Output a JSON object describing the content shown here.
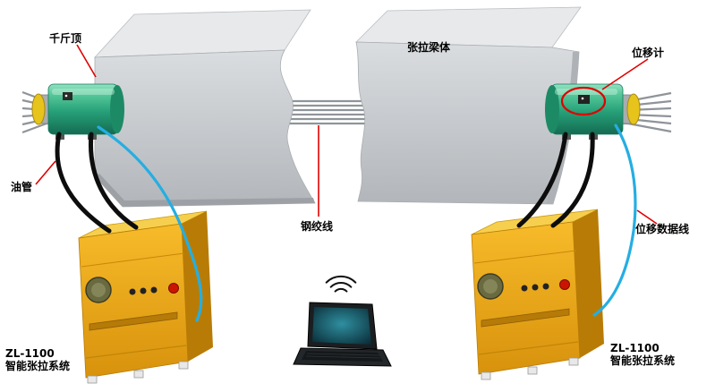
{
  "diagram": {
    "labels": {
      "jack": "千斤顶",
      "beam": "张拉梁体",
      "displacement_gauge": "位移计",
      "oil_pipe": "油管",
      "steel_strand": "钢绞线",
      "displacement_data_line": "位移数据线"
    },
    "systems": {
      "left": {
        "model": "ZL-1100",
        "name": "智能张拉系统"
      },
      "right": {
        "model": "ZL-1100",
        "name": "智能张拉系统"
      }
    },
    "colors": {
      "annotation_red": "#e00000",
      "jack_green": "#26a078",
      "cabinet_orange": "#f0a818",
      "cable_blue": "#25aee2",
      "beam_gray": "#c6cacd",
      "strand_gray": "#8f9499",
      "hose_black": "#0d0d0d"
    }
  }
}
